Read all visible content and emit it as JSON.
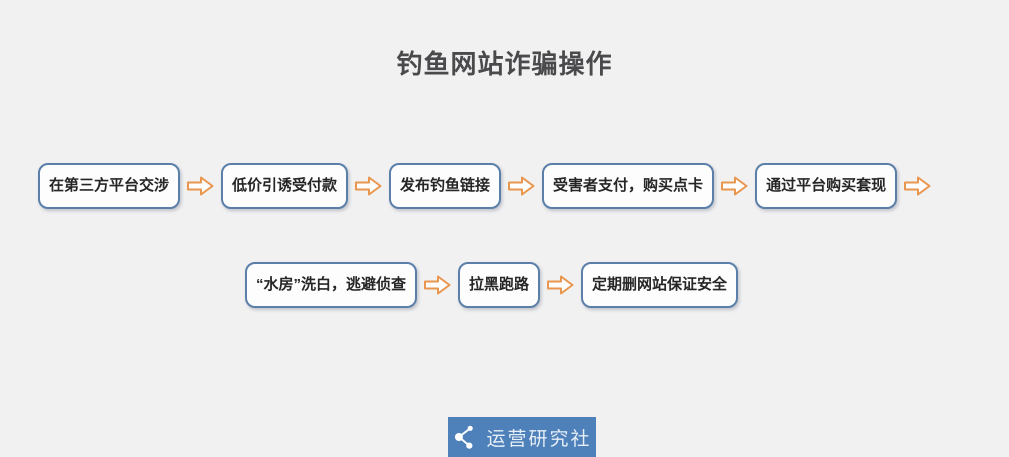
{
  "page": {
    "background": "#f1f1f2"
  },
  "title": "钓鱼网站诈骗操作",
  "flow": {
    "rows": [
      {
        "boxes": [
          "在第三方平台交涉",
          "低价引诱受付款",
          "发布钓鱼链接",
          "受害者支付，购买点卡",
          "通过平台购买套现"
        ],
        "trailing_arrow": true
      },
      {
        "boxes": [
          "“水房”洗白，逃避侦查",
          "拉黑跑路",
          "定期删网站保证安全"
        ],
        "trailing_arrow": false
      }
    ],
    "arrow_icon": "block-right-arrow-icon",
    "colors": {
      "box_border": "#5b7fa8",
      "box_text": "#262626",
      "box_fill": "#fdfdfe",
      "arrow": "#e9964e"
    }
  },
  "footer": {
    "logo_text": "运营研究社",
    "logo_icon": "share-icon",
    "logo_bg": "#4e80ba"
  }
}
